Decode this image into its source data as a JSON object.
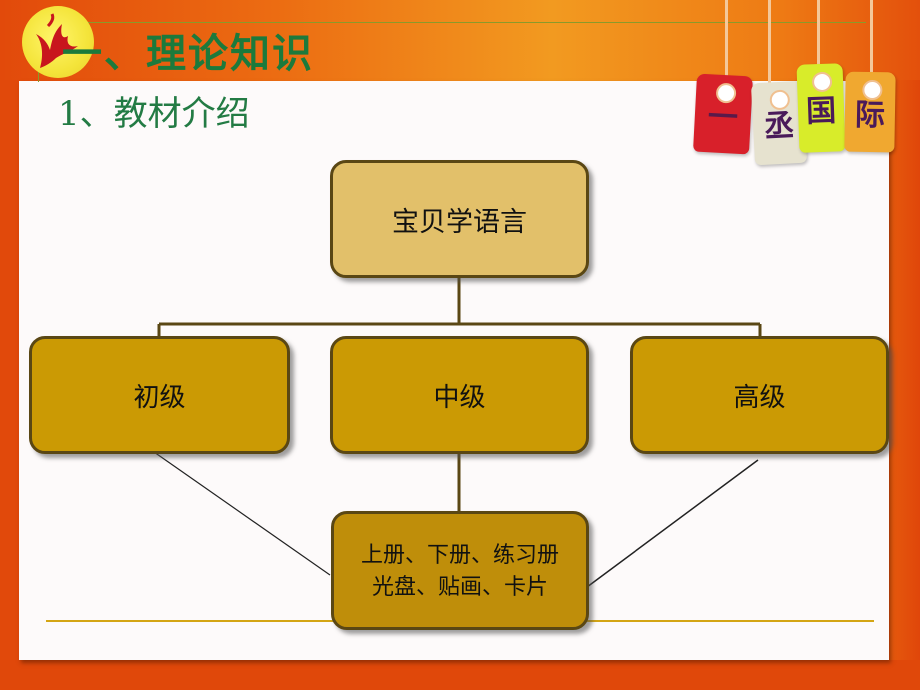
{
  "slide": {
    "title": "一、理论知识",
    "subtitle": "1、教材介绍",
    "logo_icon": "flame-logo-icon",
    "brand_tags": [
      "一",
      "丞",
      "国",
      "际"
    ],
    "colors": {
      "background_orange": "#e8600e",
      "title_green": "#1c7a3c",
      "root_fill": "#e2c06a",
      "level_fill": "#cb9a04",
      "border_brown": "#5a4714",
      "rule_gold": "#d4a514"
    }
  },
  "diagram": {
    "root": {
      "label": "宝贝学语言"
    },
    "levels": [
      {
        "label": "初级"
      },
      {
        "label": "中级"
      },
      {
        "label": "高级"
      }
    ],
    "materials": {
      "line1": "上册、下册、练习册",
      "line2": "光盘、贴画、卡片"
    }
  }
}
